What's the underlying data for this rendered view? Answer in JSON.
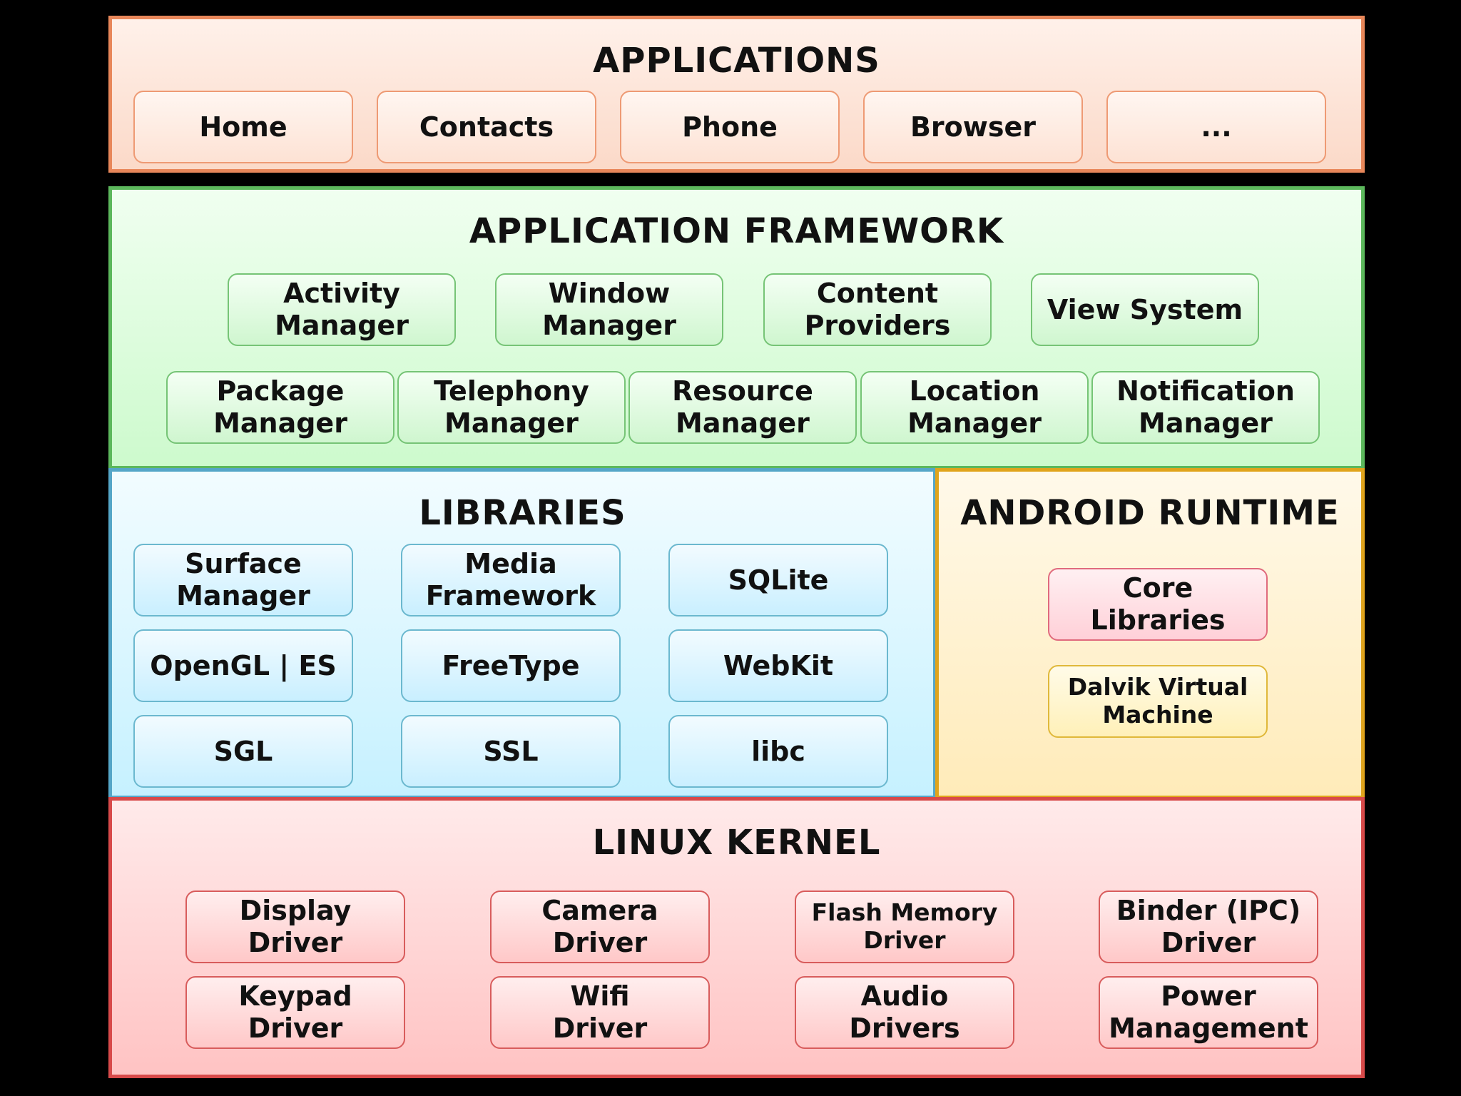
{
  "applications": {
    "title": "APPLICATIONS",
    "items": [
      "Home",
      "Contacts",
      "Phone",
      "Browser",
      "..."
    ]
  },
  "framework": {
    "title": "APPLICATION FRAMEWORK",
    "row1": [
      "Activity\nManager",
      "Window\nManager",
      "Content\nProviders",
      "View System"
    ],
    "row2": [
      "Package\nManager",
      "Telephony\nManager",
      "Resource\nManager",
      "Location\nManager",
      "Notification\nManager"
    ]
  },
  "libraries": {
    "title": "LIBRARIES",
    "items": [
      "Surface\nManager",
      "Media\nFramework",
      "SQLite",
      "OpenGL | ES",
      "FreeType",
      "WebKit",
      "SGL",
      "SSL",
      "libc"
    ]
  },
  "runtime": {
    "title": "ANDROID RUNTIME",
    "core": "Core\nLibraries",
    "dalvik": "Dalvik Virtual\nMachine"
  },
  "kernel": {
    "title": "LINUX KERNEL",
    "row1": [
      "Display\nDriver",
      "Camera\nDriver",
      "Flash Memory\nDriver",
      "Binder (IPC)\nDriver"
    ],
    "row2": [
      "Keypad\nDriver",
      "Wifi\nDriver",
      "Audio\nDrivers",
      "Power\nManagement"
    ]
  },
  "colors": {
    "applications_border": "#e8875a",
    "framework_border": "#5cb85c",
    "libraries_border": "#55a6c8",
    "runtime_border": "#e0a41c",
    "kernel_border": "#d84a4a",
    "core_libraries_border": "#e06a7d",
    "dalvik_border": "#e0b83a"
  }
}
